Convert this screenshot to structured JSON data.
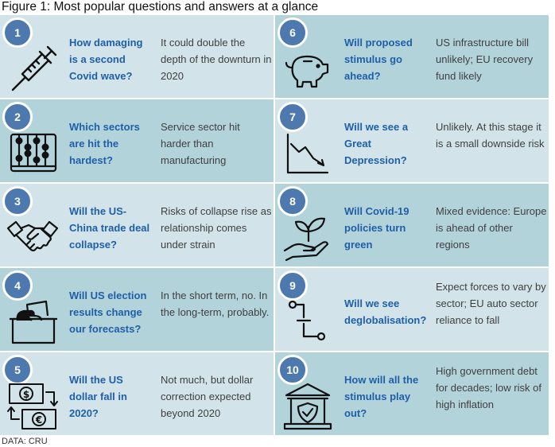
{
  "title": "Figure 1: Most popular questions and answers at a glance",
  "source": "DATA: CRU",
  "cards": [
    {
      "num": "1",
      "question": "How damaging is a second Covid wave?",
      "answer": "It could double the depth of the downturn in 2020",
      "icon": "syringe-icon"
    },
    {
      "num": "2",
      "question": "Which sectors are hit the hardest?",
      "answer": "Service sector hit harder than manufacturing",
      "icon": "abacus-icon"
    },
    {
      "num": "3",
      "question": "Will the US-China trade deal collapse?",
      "answer": "Risks of collapse rise as relationship comes under strain",
      "icon": "handshake-icon"
    },
    {
      "num": "4",
      "question": "Will US election results change our forecasts?",
      "answer": "In the short term, no. In the long-term, probably.",
      "icon": "ballot-box-icon"
    },
    {
      "num": "5",
      "question": "Will the US dollar fall in 2020?",
      "answer": "Not much, but dollar correction expected beyond 2020",
      "icon": "currency-exchange-icon"
    },
    {
      "num": "6",
      "question": "Will proposed stimulus go ahead?",
      "answer": "US infrastructure bill unlikely; EU recovery fund likely",
      "icon": "piggy-bank-icon"
    },
    {
      "num": "7",
      "question": "Will we see a Great Depression?",
      "answer": "Unlikely. At this stage it is a small downside risk",
      "icon": "declining-chart-icon"
    },
    {
      "num": "8",
      "question": "Will Covid-19 policies turn green",
      "answer": "Mixed evidence: Europe is ahead of other regions",
      "icon": "plant-in-hand-icon"
    },
    {
      "num": "9",
      "question": "Will we see deglobalisation?",
      "answer": "Expect forces to vary by sector; EU auto sector reliance to fall",
      "icon": "disconnect-icon"
    },
    {
      "num": "10",
      "question": "How will all the stimulus play out?",
      "answer": "High government debt for decades; low risk of high inflation",
      "icon": "bank-shield-icon"
    }
  ]
}
